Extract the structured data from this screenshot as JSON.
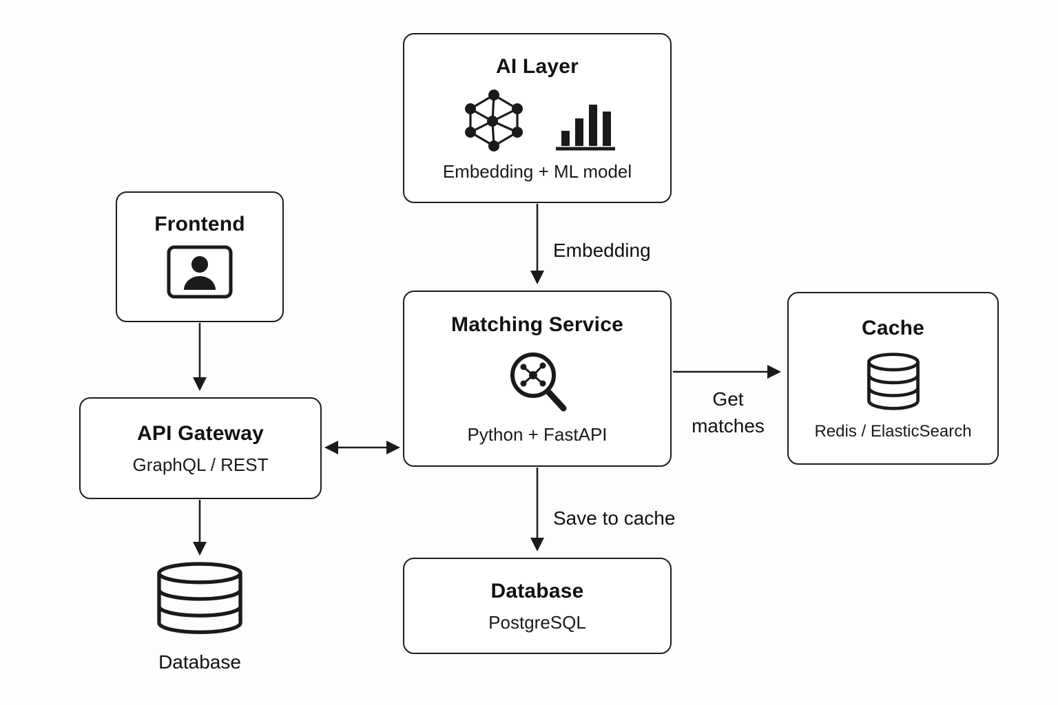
{
  "nodes": {
    "ai_layer": {
      "title": "AI Layer",
      "subtitle": "Embedding + ML model"
    },
    "frontend": {
      "title": "Frontend"
    },
    "matching": {
      "title": "Matching Service",
      "subtitle": "Python + FastAPI"
    },
    "cache": {
      "title": "Cache",
      "subtitle": "Redis / ElasticSearch"
    },
    "gateway": {
      "title": "API Gateway",
      "subtitle": "GraphQL / REST"
    },
    "database": {
      "title": "Database",
      "subtitle": "PostgreSQL"
    },
    "db_cylinder": {
      "label": "Database"
    }
  },
  "edges": {
    "embedding": "Embedding",
    "get_matches": "Get matches",
    "save_to_cache": "Save to cache"
  },
  "colors": {
    "stroke": "#1a1a1a",
    "background": "#fdfdfd",
    "node_fill": "#ffffff"
  }
}
